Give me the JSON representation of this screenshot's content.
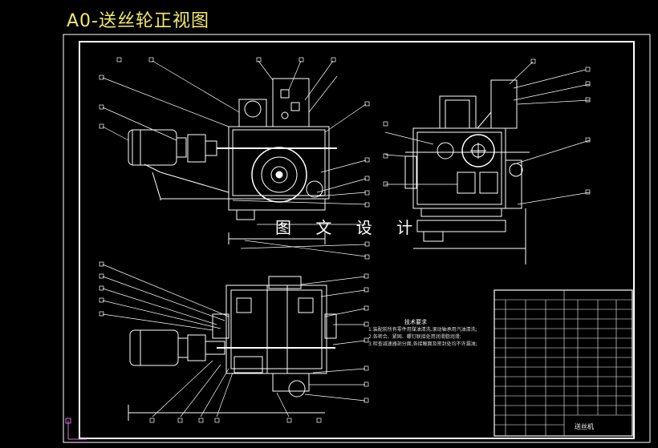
{
  "title": "A0-送丝轮正视图",
  "watermark": "图 文 设 计",
  "tech_requirements": {
    "heading": "技术要求",
    "items": [
      "1.装配前所有零件用煤油清洗,滚动轴承用汽油清洗;",
      "2.各密合、紧固、螺钉联接处用润滑脂润滑;",
      "3.检查减速器剖分面,各接触面及密封处均不许漏油;"
    ]
  },
  "title_block_name": "送丝机",
  "colors": {
    "background": "#000000",
    "border": "#ffffff",
    "title": "#f2ea6a",
    "leader_line": "#ffffff"
  }
}
